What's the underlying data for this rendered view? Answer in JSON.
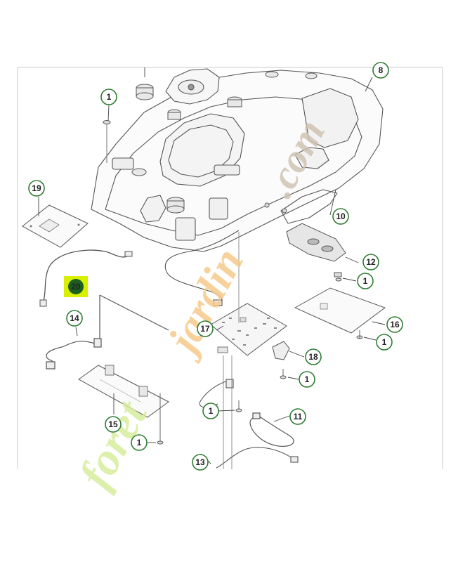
{
  "diagram": {
    "callouts": [
      {
        "id": "c-1a",
        "label": "1"
      },
      {
        "id": "c-8",
        "label": "8"
      },
      {
        "id": "c-19",
        "label": "19"
      },
      {
        "id": "c-10",
        "label": "10"
      },
      {
        "id": "c-12",
        "label": "12"
      },
      {
        "id": "c-1b",
        "label": "1"
      },
      {
        "id": "c-20",
        "label": "20"
      },
      {
        "id": "c-16",
        "label": "16"
      },
      {
        "id": "c-1c",
        "label": "1"
      },
      {
        "id": "c-14",
        "label": "14"
      },
      {
        "id": "c-17",
        "label": "17"
      },
      {
        "id": "c-18",
        "label": "18"
      },
      {
        "id": "c-1d",
        "label": "1"
      },
      {
        "id": "c-1e",
        "label": "1"
      },
      {
        "id": "c-11",
        "label": "11"
      },
      {
        "id": "c-15",
        "label": "15"
      },
      {
        "id": "c-1f",
        "label": "1"
      },
      {
        "id": "c-13",
        "label": "13"
      }
    ],
    "highlight_color": "#d8f000",
    "callout_ring_color": "#2e7d32"
  },
  "watermark": {
    "part1": "foret",
    "part2": "jardin",
    "part3": ".com",
    "color1": "#d6ec9c",
    "color2": "#f6c98b",
    "color3": "#cfc3b2"
  }
}
